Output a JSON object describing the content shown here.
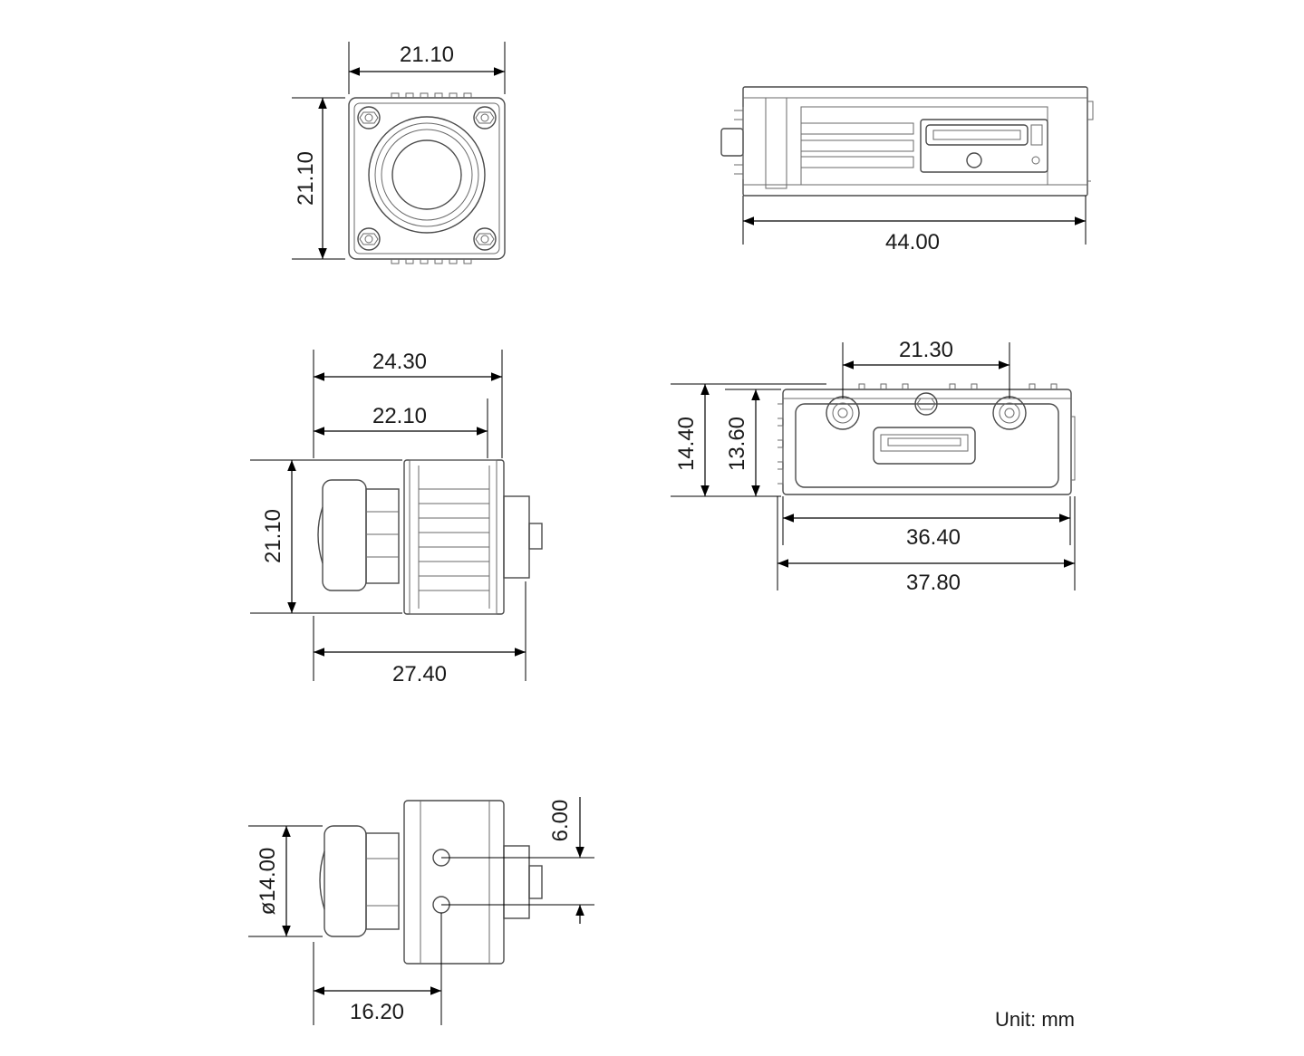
{
  "unit_label": "Unit: mm",
  "dimensions": {
    "front_width": "21.10",
    "front_height": "21.10",
    "top_length": "44.00",
    "side_width_1": "24.30",
    "side_width_2": "22.10",
    "side_height": "21.10",
    "side_length": "27.40",
    "rear_connector_spacing": "21.30",
    "rear_height_1": "14.40",
    "rear_height_2": "13.60",
    "rear_width_1": "36.40",
    "rear_width_2": "37.80",
    "bottom_diameter": "ø14.00",
    "bottom_hole_spacing": "6.00",
    "bottom_offset": "16.20"
  },
  "colors": {
    "outline": "#4a4a4a",
    "dimension_line": "#000000",
    "background": "#ffffff"
  }
}
